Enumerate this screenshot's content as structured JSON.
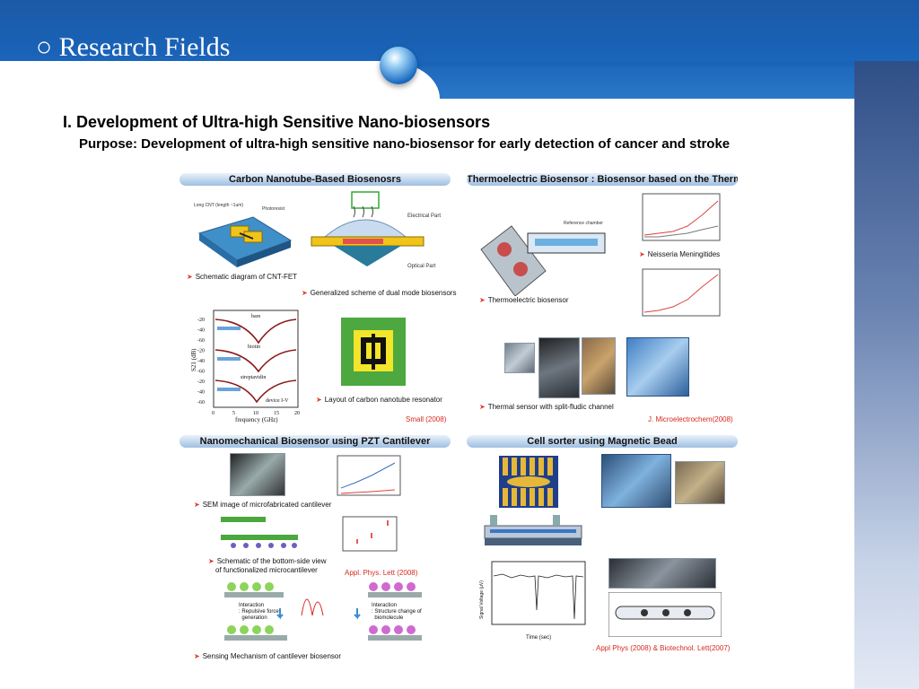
{
  "slide": {
    "title": "○ Research Fields",
    "heading": "I. Development of Ultra-high Sensitive Nano-biosensors",
    "purpose": "Purpose: Development of ultra-high sensitive nano-biosensor for early detection of cancer and stroke"
  },
  "panels": {
    "cnt": {
      "title": "Carbon Nanotube-Based Biosenosrs",
      "cap1": "Schematic diagram of CNT-FET",
      "cap2": "Generalized scheme of dual mode biosensors",
      "cap3": "Layout of carbon nanotube resonator",
      "ref": "Small (2008)",
      "plot_xlabel": "frequency (GHz)",
      "plot_ylabel": "S21 (dB)",
      "plot_labels": [
        "bare",
        "biotin",
        "streptavidin",
        "device I-V"
      ],
      "yticks": [
        "-20",
        "-40",
        "-60",
        "-20",
        "-40",
        "-60",
        "-20",
        "-40",
        "-60"
      ],
      "xticks": [
        "0",
        "5",
        "10",
        "15",
        "20"
      ]
    },
    "thermo": {
      "title": "Thermoelectric Biosensor : Biosensor based on the Thermopile",
      "cap1": "Thermoelectric biosensor",
      "cap2": "Neisseria Meningitides",
      "cap3": "Thermal sensor with split-fludic channel",
      "ref": "J. Microelectrochem(2008)"
    },
    "pzt": {
      "title": "Nanomechanical Biosensor using PZT Cantilever",
      "cap1": "SEM image of microfabricated cantilever",
      "cap2a": "Schematic of the bottom-side view",
      "cap2b": "of functionalized microcantilever",
      "cap3": "Sensing Mechanism of cantilever biosensor",
      "ref": "Appl. Phys. Lett (2008)",
      "mech_left": "Interaction\n: Repulsive force\n  generation",
      "mech_right": "Interaction\n: Structure change of\n  biomolecule"
    },
    "cell": {
      "title": "Cell sorter using Magnetic Bead",
      "ref": ". Appl Phys (2008) & Biotechnol. Lett(2007)",
      "plot_xlabel": "Time (sec)",
      "plot_ylabel": "Signal Voltage (μV)"
    }
  },
  "colors": {
    "header": "#1b5aa6",
    "caption_arrow": "#e23b2b",
    "reference": "#d62a1f"
  }
}
